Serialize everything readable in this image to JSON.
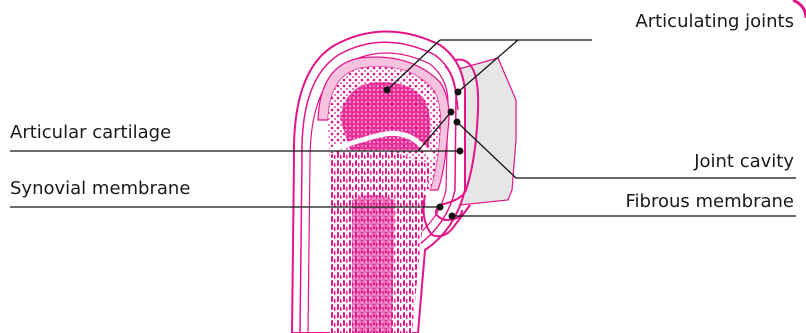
{
  "labels": {
    "articulating_joints": "Articulating joints",
    "articular_cartilage": "Articular cartilage",
    "joint_cavity": "Joint cavity",
    "synovial_membrane": "Synovial membrane",
    "fibrous_membrane": "Fibrous membrane"
  },
  "colors": {
    "bone": "#e5138a",
    "bone_light": "#f6c2dd",
    "gray_region": "#e6e6e6",
    "leader_line": "#111111",
    "text": "#1a1a1a"
  }
}
